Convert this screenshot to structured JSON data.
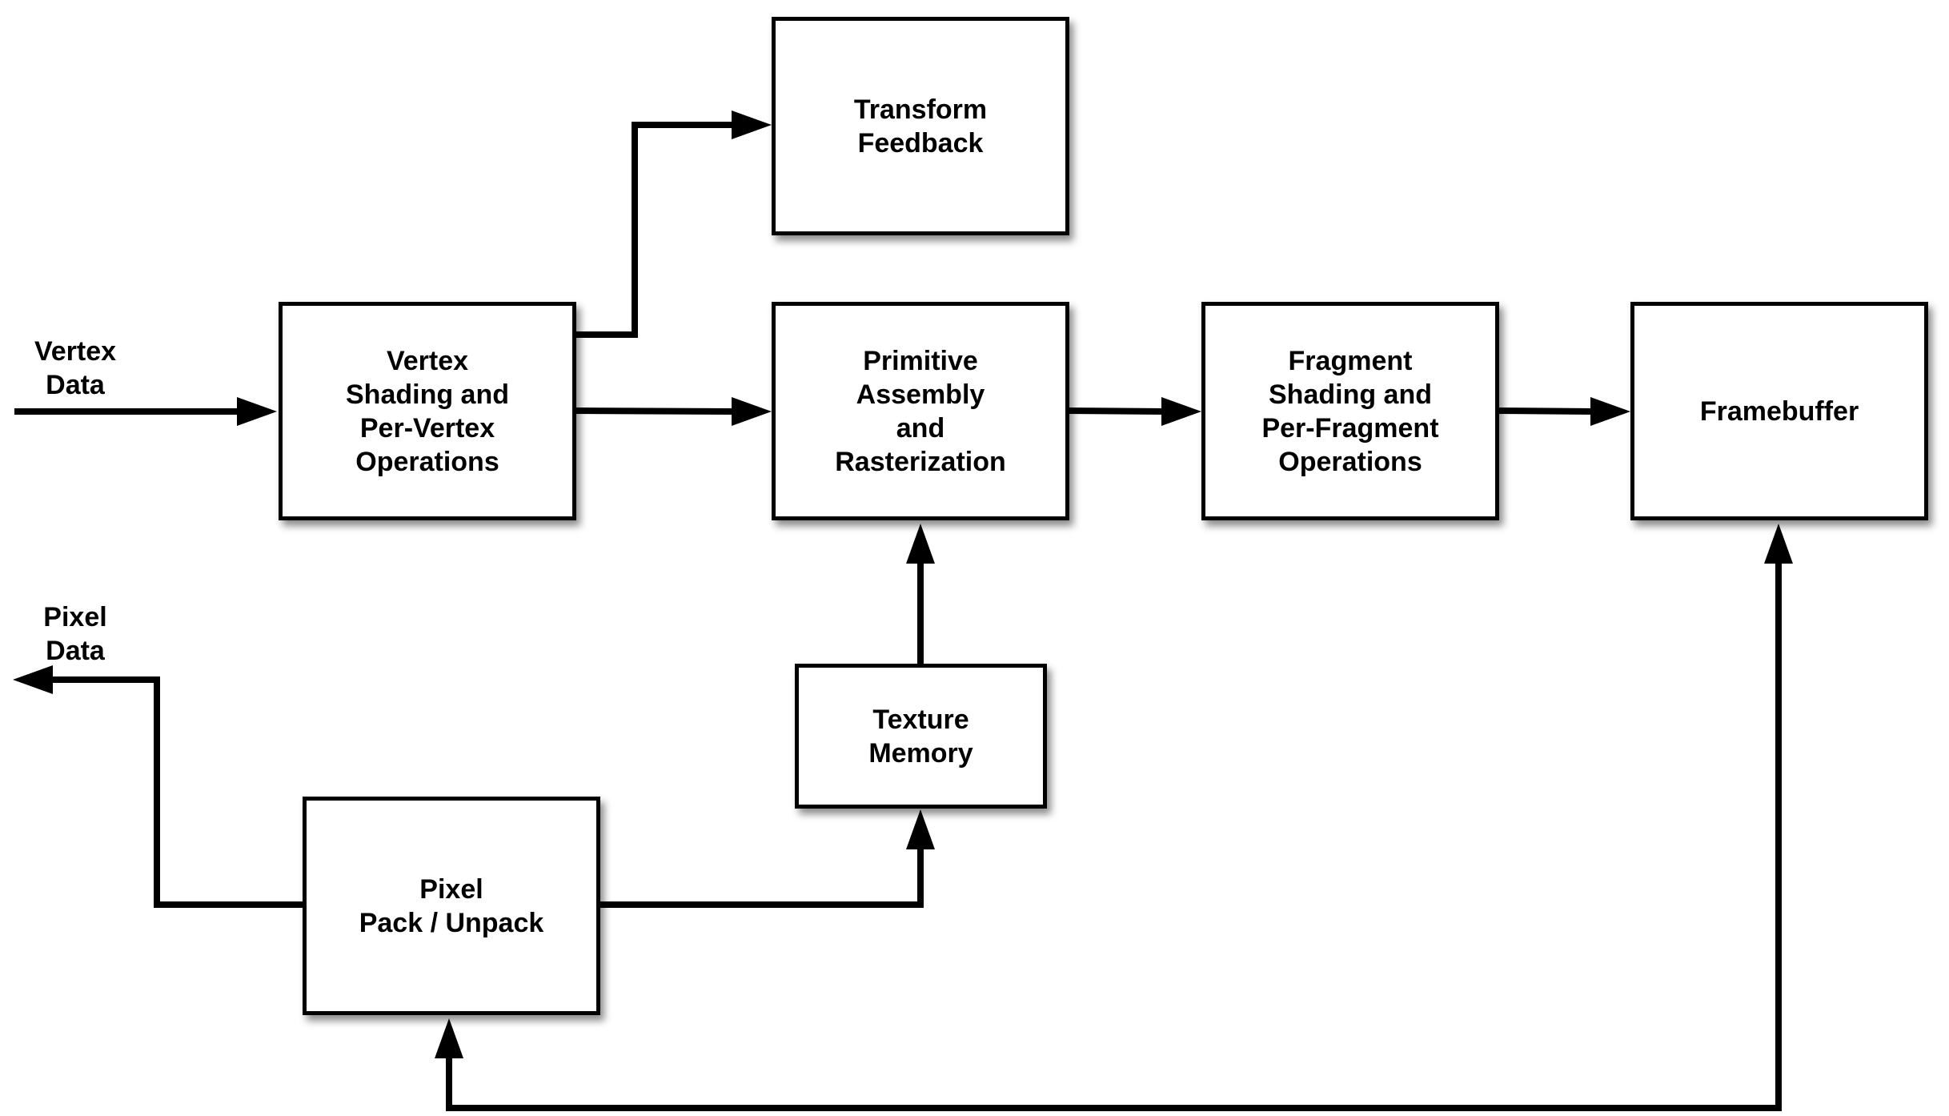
{
  "diagram": {
    "nodes": {
      "vertex_shading": "Vertex\nShading and\nPer-Vertex\nOperations",
      "transform_feedback": "Transform\nFeedback",
      "primitive_assembly": "Primitive\nAssembly\nand\nRasterization",
      "fragment_shading": "Fragment\nShading and\nPer-Fragment\nOperations",
      "framebuffer": "Framebuffer",
      "texture_memory": "Texture\nMemory",
      "pixel_pack": "Pixel\nPack / Unpack"
    },
    "labels": {
      "vertex_data": "Vertex\nData",
      "pixel_data": "Pixel\nData"
    },
    "edges": [
      {
        "from": "vertex_data",
        "to": "vertex_shading"
      },
      {
        "from": "vertex_shading",
        "to": "transform_feedback"
      },
      {
        "from": "vertex_shading",
        "to": "primitive_assembly"
      },
      {
        "from": "primitive_assembly",
        "to": "fragment_shading"
      },
      {
        "from": "fragment_shading",
        "to": "framebuffer"
      },
      {
        "from": "texture_memory",
        "to": "primitive_assembly"
      },
      {
        "from": "pixel_pack",
        "to": "texture_memory"
      },
      {
        "from": "pixel_pack",
        "to": "pixel_data"
      },
      {
        "from": "framebuffer",
        "to": "pixel_pack"
      }
    ]
  }
}
